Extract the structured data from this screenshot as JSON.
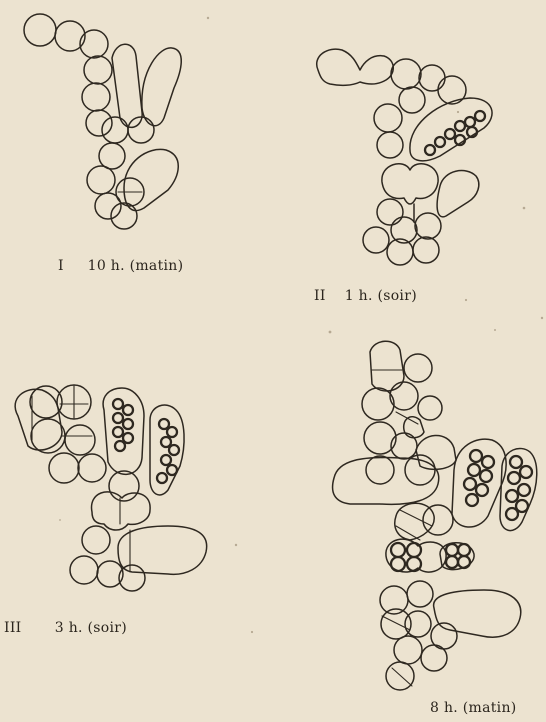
{
  "plate": {
    "paper_color": "#ece3d0",
    "ink_color": "#2e2820",
    "figures": [
      {
        "numeral": "I",
        "caption": "10 h. (matin)"
      },
      {
        "numeral": "II",
        "caption": "1 h. (soir)"
      },
      {
        "numeral": "III",
        "caption": "3 h. (soir)"
      },
      {
        "numeral": "",
        "caption": "8 h. (matin)"
      }
    ]
  }
}
